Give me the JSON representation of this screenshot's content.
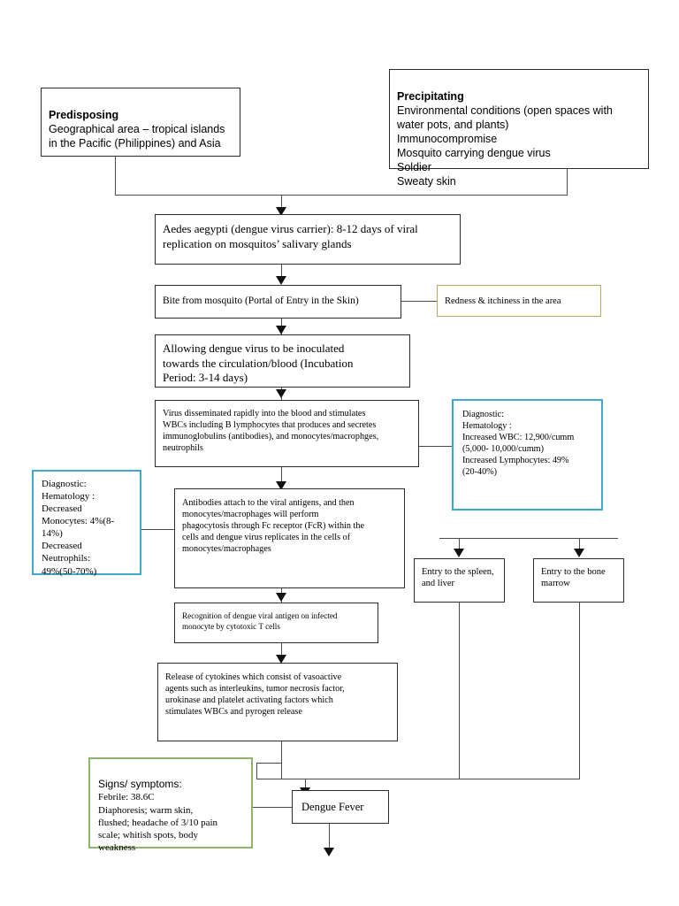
{
  "diagram": {
    "title": "Dengue Fever Pathophysiology Flowchart",
    "colors": {
      "teal": "#3fa9c9",
      "olive": "#b3ab66",
      "green": "#8fb56c",
      "box_border": "#2b2b2b",
      "connector": "#4a4a4a"
    }
  },
  "nodes": {
    "predisposing": {
      "heading": "Predisposing",
      "body": "Geographical area – tropical islands\nin the Pacific (Philippines) and Asia"
    },
    "precipitating": {
      "heading": "Precipitating",
      "body": "Environmental conditions (open spaces with\nwater pots, and plants)\nImmunocompromise\nMosquito carrying dengue virus\nSoldier\nSweaty skin"
    },
    "aedes": {
      "text": "Aedes aegypti (dengue virus carrier): 8-12 days of viral\nreplication on mosquitos’ salivary glands"
    },
    "bite": {
      "text": "Bite from mosquito (Portal of Entry in the Skin)"
    },
    "redness": {
      "text": "Redness & itchiness in the area"
    },
    "inoculated": {
      "text": "Allowing dengue virus to be inoculated\ntowards the circulation/blood (Incubation\nPeriod: 3-14 days)"
    },
    "disseminated": {
      "text": "Virus disseminated rapidly into the blood and stimulates\nWBCs including B lymphocytes that produces and secretes\nimmunoglobulins (antibodies), and monocytes/macrophges,\nneutrophils"
    },
    "diagnostic_right": {
      "text": "Diagnostic:\nHematology :\nIncreased WBC: 12,900/cumm\n(5,000- 10,000/cumm)\nIncreased Lymphocytes: 49%\n(20-40%)"
    },
    "diagnostic_left": {
      "text": "Diagnostic:\nHematology :\nDecreased\nMonocytes: 4%(8-\n14%)\nDecreased\nNeutrophils:\n49%(50-70%)"
    },
    "antibodies": {
      "text": "Antibodies attach to the viral antigens, and then\nmonocytes/macrophages will perform\nphagocytosis through Fc receptor (FcR) within the\ncells and dengue virus replicates in the cells of\nmonocytes/macrophages"
    },
    "spleen": {
      "text": "Entry to the spleen,\nand liver"
    },
    "bone_marrow": {
      "text": "Entry to the bone\nmarrow"
    },
    "recognition": {
      "text": "Recognition of dengue viral antigen on infected\nmonocyte by cytotoxic T cells"
    },
    "cytokines": {
      "text": "Release of cytokines which consist of  vasoactive\nagents such as interleukins, tumor necrosis factor,\nurokinase and platelet activating factors which\nstimulates WBCs and pyrogen release"
    },
    "signs": {
      "heading": "Signs/ symptoms:",
      "body": "Febrile: 38.6C\nDiaphoresis; warm skin,\nflushed; headache of 3/10 pain\nscale; whitish spots, body\nweakness"
    },
    "dengue_fever": {
      "text": "Dengue Fever"
    }
  }
}
